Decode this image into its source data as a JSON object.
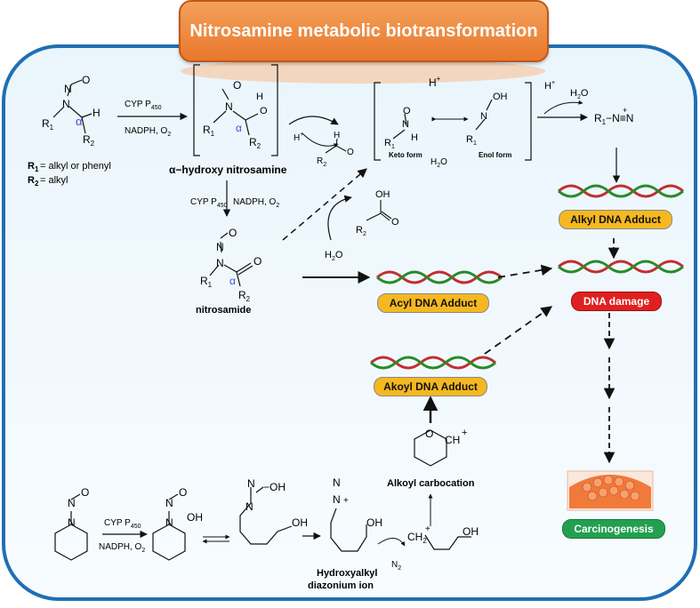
{
  "title": "Nitrosamine metabolic biotransformation",
  "colors": {
    "panel_border": "#1f6fb3",
    "panel_fill": "#e9f4fb",
    "title_fill": "#ec8a3f",
    "adduct_pill": "#f5b820",
    "damage_pill": "#e02020",
    "carcinogenesis_pill": "#22a050",
    "alpha": "#3b4fd0"
  },
  "labels": {
    "enzyme_1": "CYP P",
    "enzyme_1_sub": "450",
    "cofactor_1": "NADPH, O",
    "cofactor_1_sub": "2",
    "r1_def": "= alkyl or phenyl",
    "r2_def": "= alkyl",
    "alpha_hydroxy": "α−hydroxy nitrosamine",
    "keto_form": "Keto form",
    "enol_form": "Enol form",
    "nitrosamide": "nitrosamide",
    "water": "H",
    "water_tail": "O",
    "alkoyl_carbocation": "Alkoyl carbocation",
    "hydroxyalkyl_1": "Hydroxyalkyl",
    "hydroxyalkyl_2": "diazonium ion",
    "n2": "N"
  },
  "pills": {
    "alkyl_adduct": "Alkyl DNA Adduct",
    "acyl_adduct": "Acyl DNA Adduct",
    "akoyl_adduct": "Akoyl DNA Adduct",
    "dna_damage": "DNA damage",
    "carcinogenesis": "Carcinogenesis"
  }
}
